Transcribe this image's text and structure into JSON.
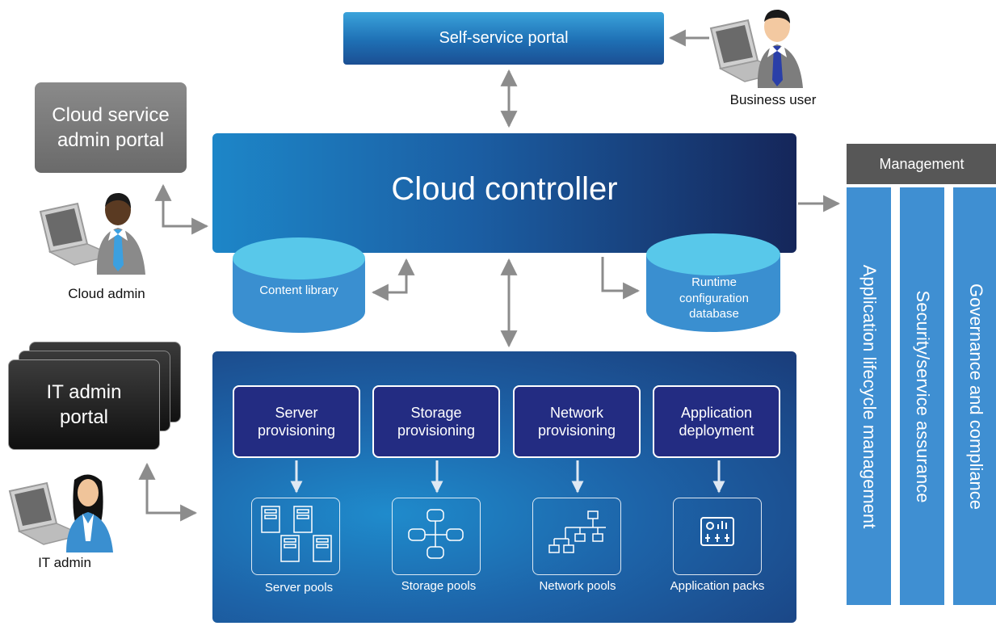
{
  "self_service_portal": "Self-service portal",
  "business_user": "Business user",
  "cloud_service_admin_portal": "Cloud service admin portal",
  "cloud_admin": "Cloud admin",
  "it_admin_portal": "IT admin portal",
  "it_admin": "IT admin",
  "cloud_controller": "Cloud controller",
  "content_library": "Content library",
  "runtime_db": "Runtime configuration database",
  "management": {
    "header": "Management",
    "columns": [
      "Application lifecycle management",
      "Security/service assurance",
      "Governance and compliance"
    ]
  },
  "provisioning": [
    {
      "label": "Server provisioning",
      "pool": "Server pools"
    },
    {
      "label": "Storage provisioning",
      "pool": "Storage pools"
    },
    {
      "label": "Network provisioning",
      "pool": "Network pools"
    },
    {
      "label": "Application deployment",
      "pool": "Application packs"
    }
  ],
  "colors": {
    "brand_blue": "#1d6fb4",
    "dark_navy": "#15265a",
    "provision_box": "#232c82",
    "management_blue": "#3f8fd2",
    "management_header": "#575757",
    "connector_gray": "#8c8c8c"
  }
}
